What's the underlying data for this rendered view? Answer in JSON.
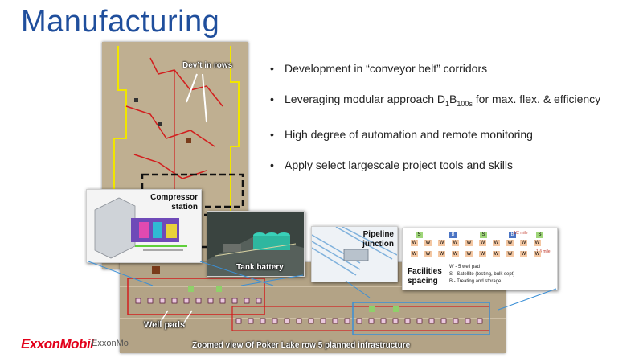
{
  "slide": {
    "title": "Manufacturing",
    "bullets": [
      {
        "text": "Development in “conveyor belt” corridors"
      },
      {
        "pre": "Leveraging modular approach D",
        "sub1": "1",
        "mid": "B",
        "sub2": "100s",
        "post": " for max. flex. & efficiency"
      },
      {
        "text": "High degree of automation and remote monitoring"
      },
      {
        "text": "Apply select largescale project tools and skills"
      }
    ]
  },
  "map": {
    "devt_label": "Dev’t in rows",
    "well_pads_label": "Well pads",
    "caption": "Zoomed view Of Poker Lake row 5 planned infrastructure"
  },
  "insets": {
    "compressor": "Compressor station",
    "tank": "Tank battery",
    "pipeline": "Pipeline junction",
    "facilities": {
      "title": "Facilities spacing",
      "legend": [
        "W - 5 well pad",
        "S - Satellite (testing, bulk sept)",
        "B - Treating and storage"
      ],
      "scale1": "1/2 mile",
      "scale2": "1/4 mile",
      "grid_row1": [
        "S",
        "B",
        "S",
        "B",
        "S"
      ],
      "grid_row_w": [
        "W",
        "W",
        "W",
        "W",
        "W",
        "W",
        "W",
        "W",
        "W",
        "W"
      ]
    }
  },
  "footer": {
    "logo": "ExxonMobil",
    "text": "ExxonMo"
  }
}
